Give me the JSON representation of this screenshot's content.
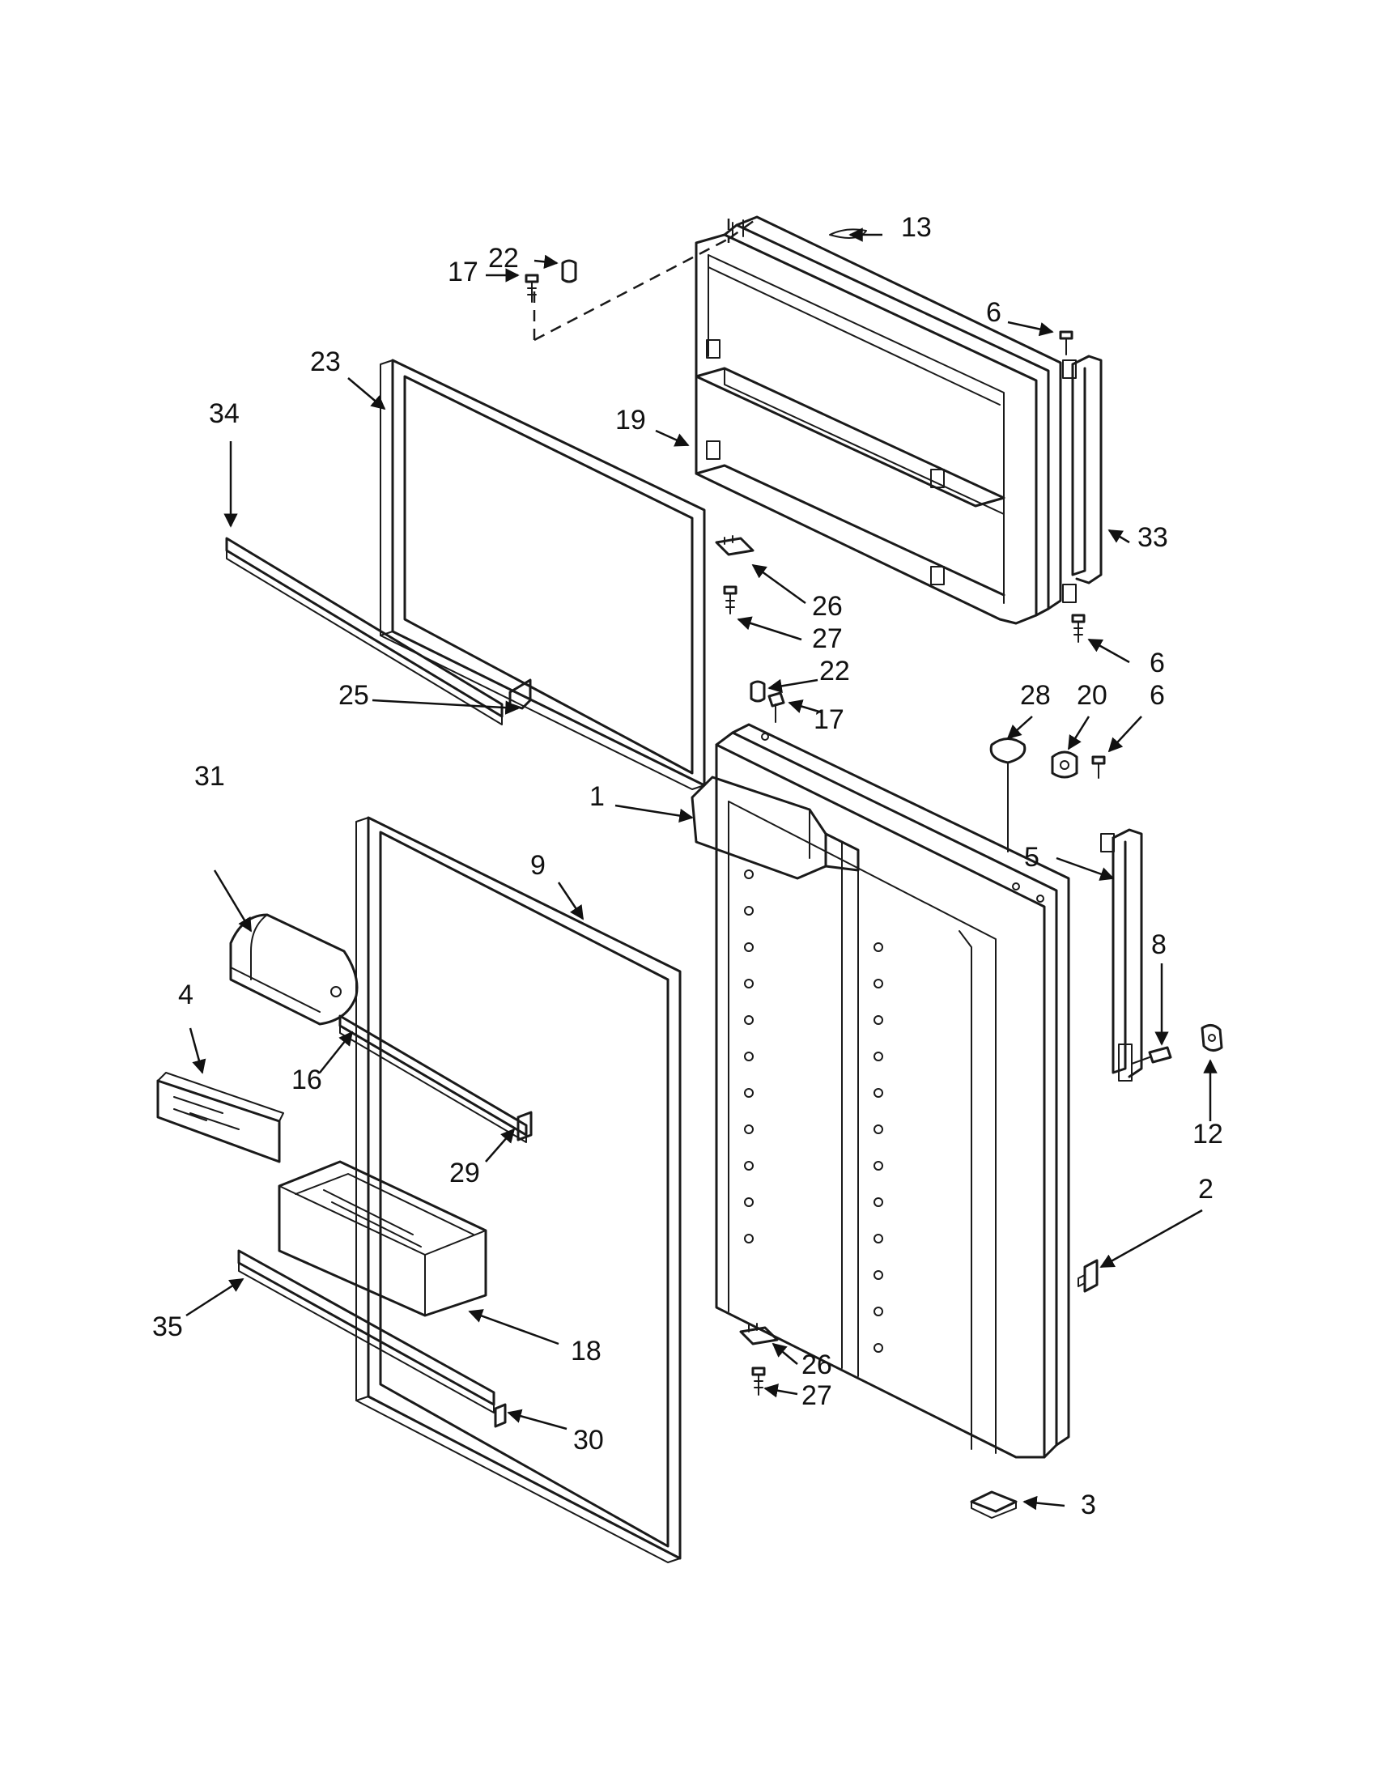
{
  "callouts": [
    {
      "id": "c1",
      "text": "1"
    },
    {
      "id": "c2",
      "text": "2"
    },
    {
      "id": "c3",
      "text": "3"
    },
    {
      "id": "c4",
      "text": "4"
    },
    {
      "id": "c5",
      "text": "5"
    },
    {
      "id": "c6a",
      "text": "6"
    },
    {
      "id": "c6b",
      "text": "6"
    },
    {
      "id": "c6c",
      "text": "6"
    },
    {
      "id": "c8",
      "text": "8"
    },
    {
      "id": "c9",
      "text": "9"
    },
    {
      "id": "c12",
      "text": "12"
    },
    {
      "id": "c13",
      "text": "13"
    },
    {
      "id": "c16",
      "text": "16"
    },
    {
      "id": "c17a",
      "text": "17"
    },
    {
      "id": "c17b",
      "text": "17"
    },
    {
      "id": "c18",
      "text": "18"
    },
    {
      "id": "c19",
      "text": "19"
    },
    {
      "id": "c20",
      "text": "20"
    },
    {
      "id": "c22a",
      "text": "22"
    },
    {
      "id": "c22b",
      "text": "22"
    },
    {
      "id": "c23",
      "text": "23"
    },
    {
      "id": "c25",
      "text": "25"
    },
    {
      "id": "c26a",
      "text": "26"
    },
    {
      "id": "c26b",
      "text": "26"
    },
    {
      "id": "c27a",
      "text": "27"
    },
    {
      "id": "c27b",
      "text": "27"
    },
    {
      "id": "c28",
      "text": "28"
    },
    {
      "id": "c29",
      "text": "29"
    },
    {
      "id": "c30",
      "text": "30"
    },
    {
      "id": "c31",
      "text": "31"
    },
    {
      "id": "c33",
      "text": "33"
    },
    {
      "id": "c34",
      "text": "34"
    },
    {
      "id": "c35",
      "text": "35"
    }
  ]
}
